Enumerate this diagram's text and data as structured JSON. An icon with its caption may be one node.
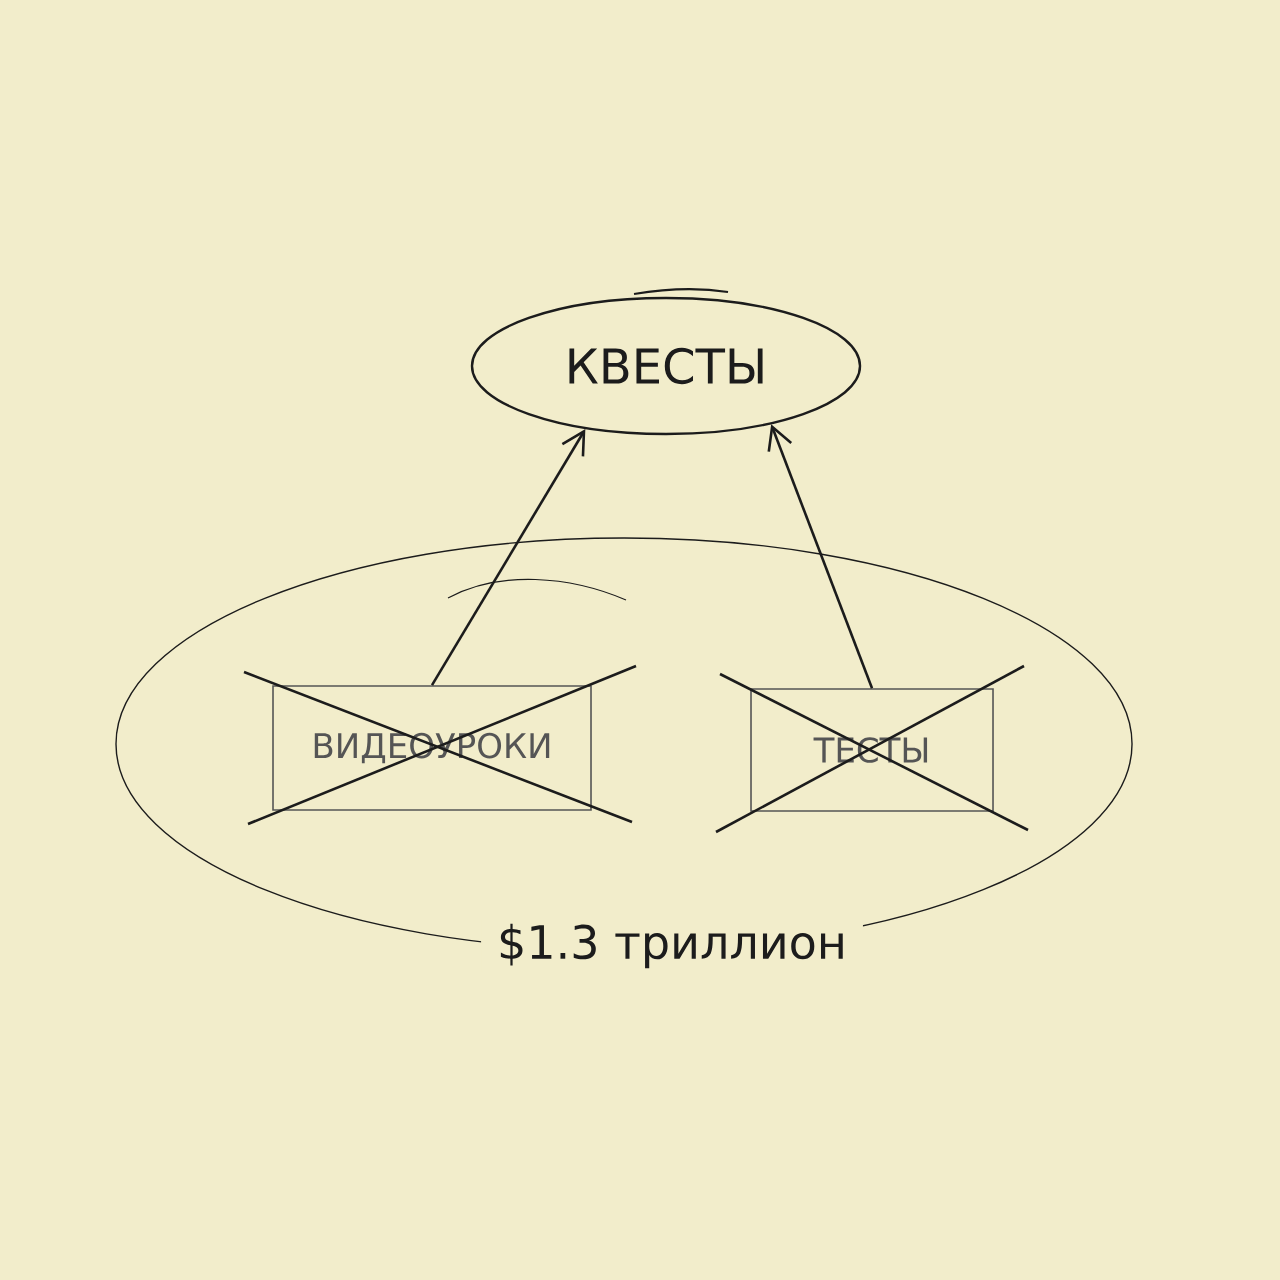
{
  "diagram": {
    "nodes": [
      {
        "text": [
          "КВЕСТЫ"
        ]
      },
      {
        "text": [
          "$1.3 триллион"
        ]
      },
      {
        "text": [
          "ВИДЕОУРОКИ"
        ],
        "in": 1
      },
      {
        "text": [
          "ТЕСТЫ"
        ],
        "in": 1
      }
    ],
    "edges": [
      {
        "from": 2,
        "to": 0,
        "arrow": "to"
      },
      {
        "from": 3,
        "to": 0,
        "arrow": "to"
      }
    ]
  }
}
